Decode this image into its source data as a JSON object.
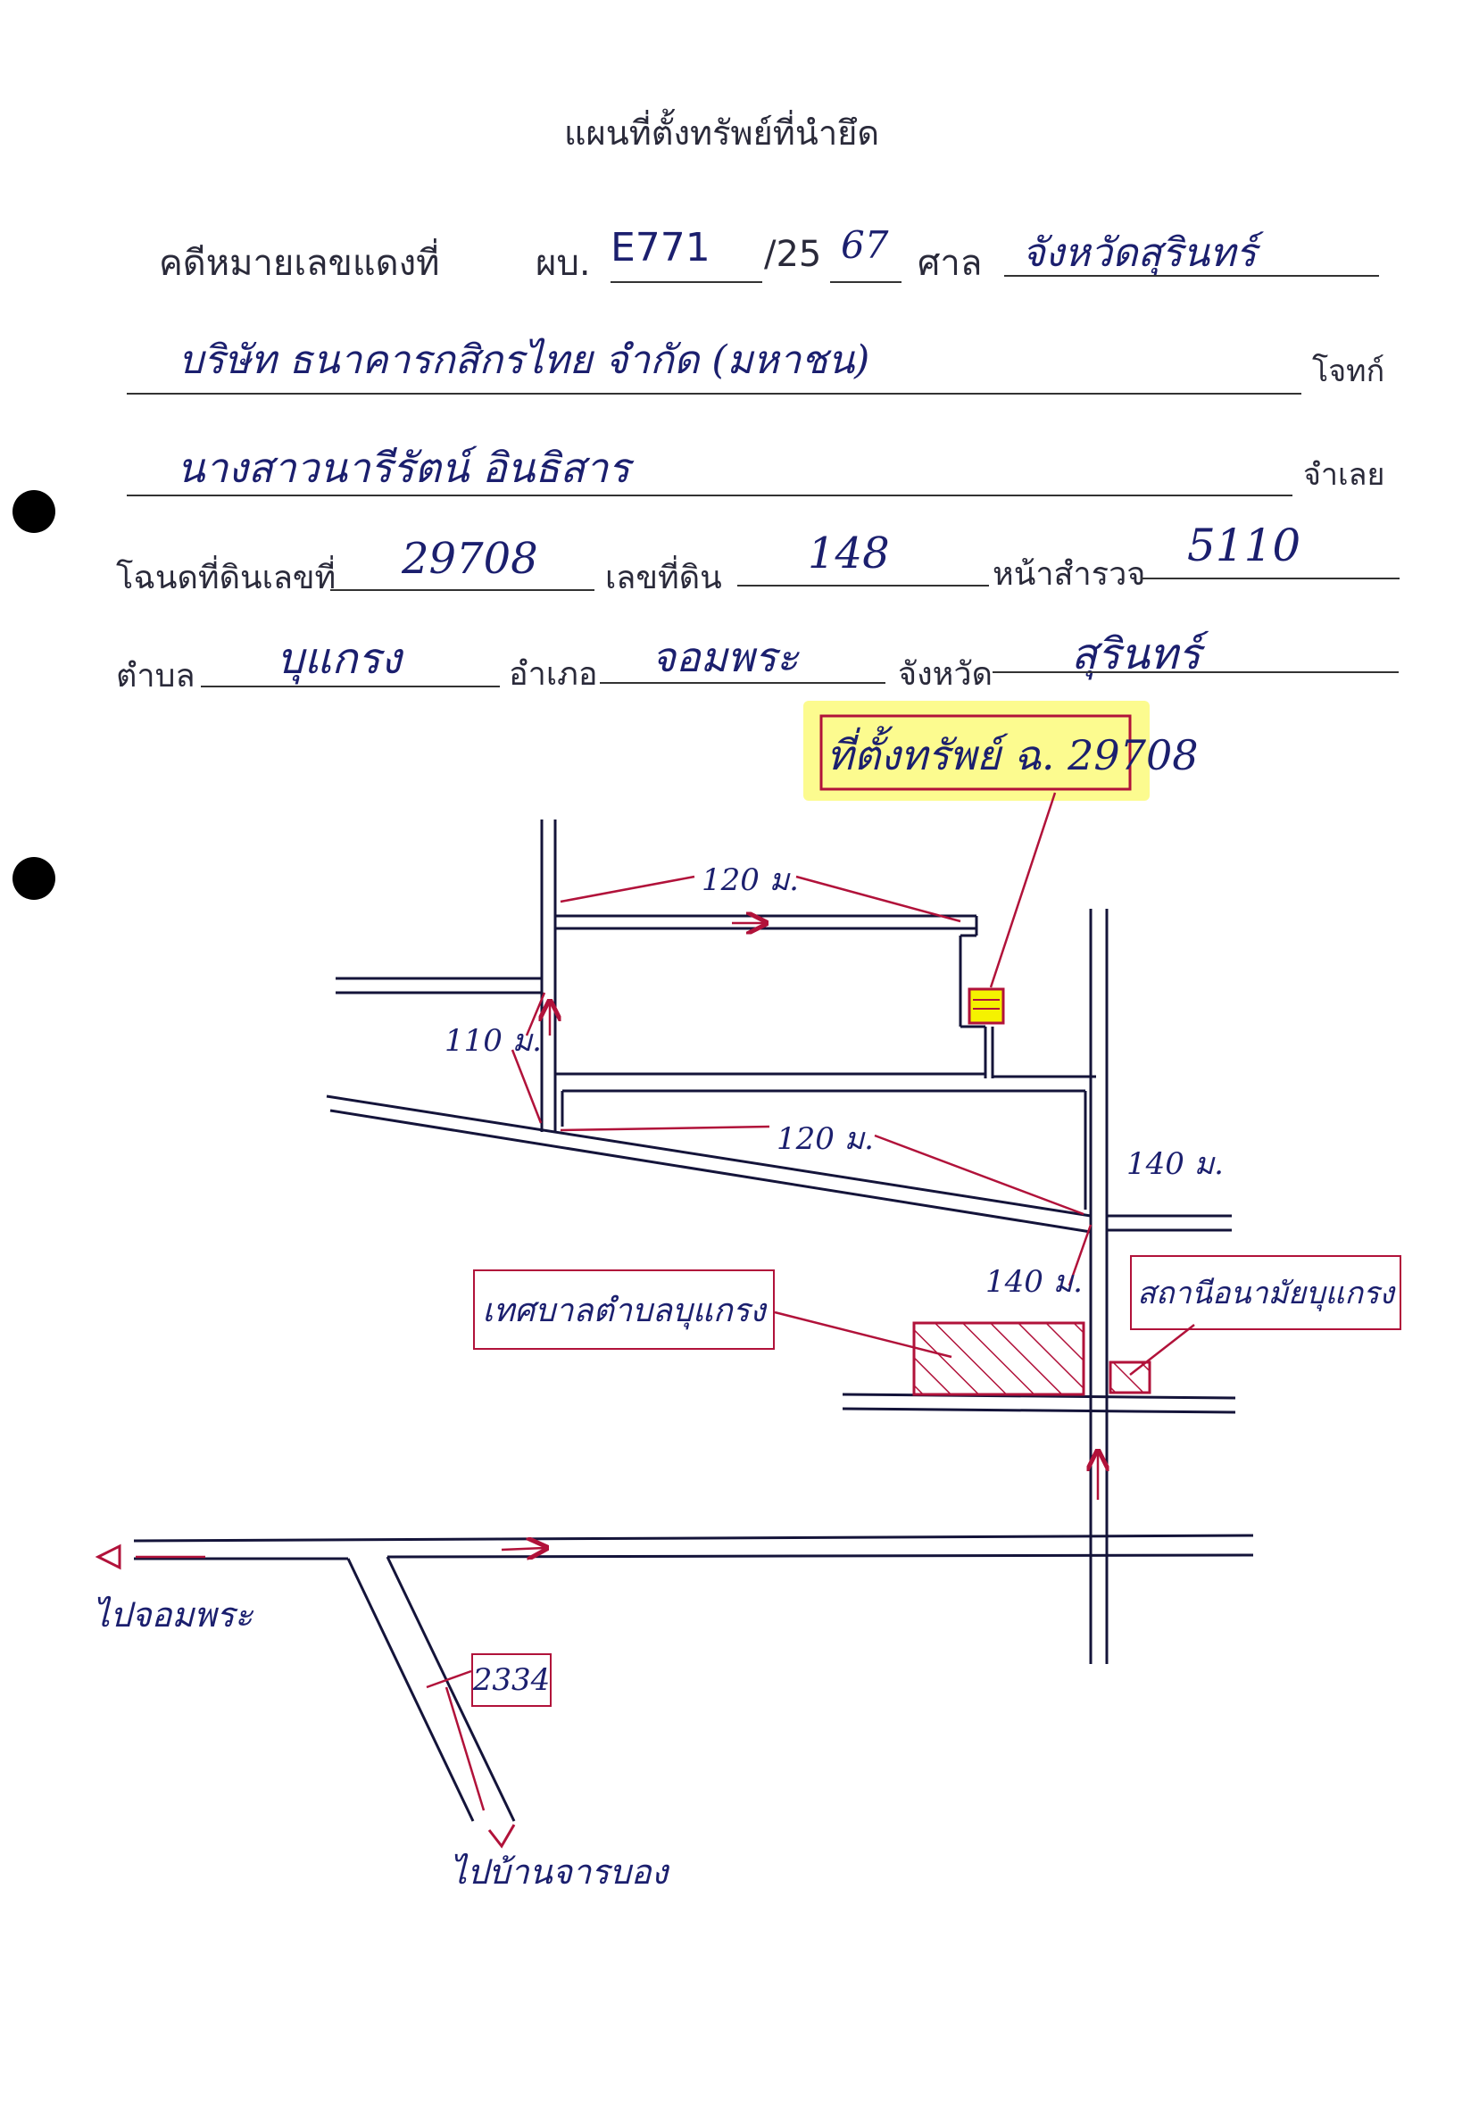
{
  "page": {
    "title": "แผนที่ตั้งทรัพย์ที่นำยึด"
  },
  "form": {
    "case_label": "คดีหมายเลขแดงที่",
    "case_prefix": "ผบ.",
    "case_number": "E771",
    "year_prefix": "/25",
    "year_suffix": "67",
    "court_label": "ศาล",
    "court_value": "จังหวัดสุรินทร์",
    "plaintiff_value": "บริษัท ธนาคารกสิกรไทย จำกัด (มหาชน)",
    "plaintiff_label": "โจทก์",
    "defendant_value": "นางสาวนารีรัตน์ อินธิสาร",
    "defendant_label": "จำเลย",
    "deed_label": "โฉนดที่ดินเลขที่",
    "deed_value": "29708",
    "land_no_label": "เลขที่ดิน",
    "land_no_value": "148",
    "survey_label": "หน้าสำรวจ",
    "survey_value": "5110",
    "subdistrict_label": "ตำบล",
    "subdistrict_value": "บุแกรง",
    "district_label": "อำเภอ",
    "district_value": "จอมพระ",
    "province_label": "จังหวัด",
    "province_value": "สุรินทร์"
  },
  "map": {
    "property_label": "ที่ตั้งทรัพย์ ฉ. 29708",
    "dist_top": "120 ม.",
    "dist_left": "110 ม.",
    "dist_middle": "120 ม.",
    "dist_right": "140 ม.",
    "dist_lower": "140 ม.",
    "office_label": "เทศบาลตำบลบุแกรง",
    "health_label": "สถานีอนามัยบุแกรง",
    "road_label": "2334",
    "to_jomphra": "ไปจอมพระ",
    "to_village": "ไปบ้านจารบอง"
  },
  "colors": {
    "pen_blue": "#1b1f6e",
    "pen_red": "#b1123a",
    "highlight": "#f5f200"
  }
}
